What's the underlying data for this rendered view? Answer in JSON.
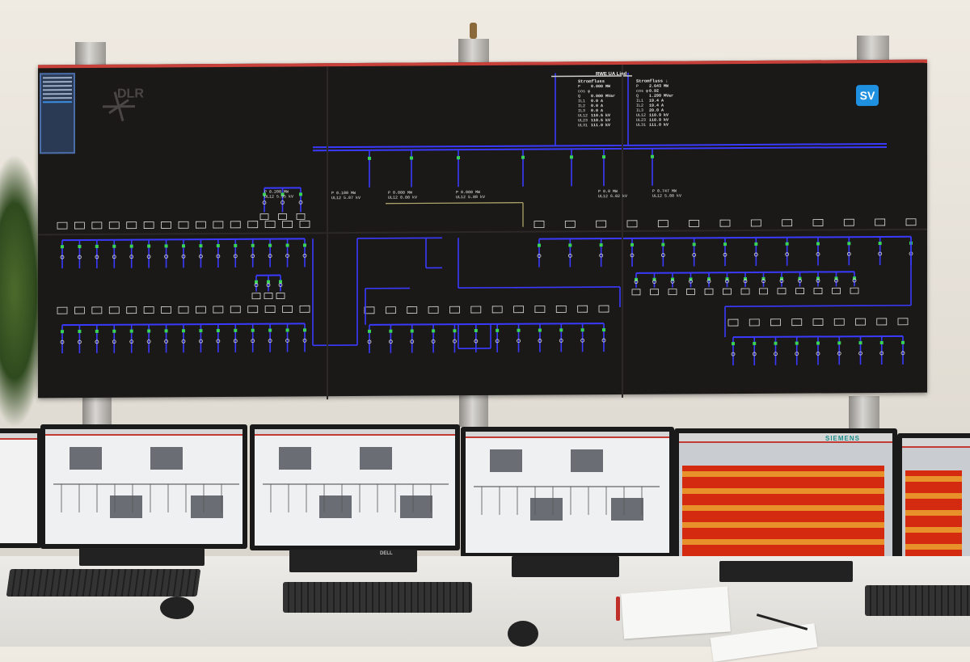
{
  "wall_display": {
    "logo_left": "DLR",
    "logo_right": "SV",
    "station_title": "RWE UA Lind",
    "stromfluss": [
      {
        "title": "Stromfluss",
        "rows": [
          {
            "label": "P",
            "value": "0.000 MW"
          },
          {
            "label": "cos φ",
            "value": ""
          },
          {
            "label": "Q",
            "value": "0.000 MVar"
          },
          {
            "label": "IL1",
            "value": "0.0 A"
          },
          {
            "label": "IL2",
            "value": "0.0 A"
          },
          {
            "label": "IL3",
            "value": "0.0 A"
          },
          {
            "label": "UL12",
            "value": "110.5 kV"
          },
          {
            "label": "UL23",
            "value": "110.5 kV"
          },
          {
            "label": "UL31",
            "value": "111.0 kV"
          }
        ]
      },
      {
        "title": "Stromfluss ↓",
        "rows": [
          {
            "label": "P",
            "value": "2.643 MW"
          },
          {
            "label": "cos φ",
            "value": "0.92"
          },
          {
            "label": "Q",
            "value": "1.299 MVar"
          },
          {
            "label": "IL1",
            "value": "19.4 A"
          },
          {
            "label": "IL2",
            "value": "19.4 A"
          },
          {
            "label": "IL3",
            "value": "20.0 A"
          },
          {
            "label": "UL12",
            "value": "110.9 kV"
          },
          {
            "label": "UL23",
            "value": "110.9 kV"
          },
          {
            "label": "UL31",
            "value": "111.0 kV"
          }
        ]
      }
    ],
    "measurements": [
      {
        "p": "P  0.200 MW",
        "u": "UL12  5.95 kV"
      },
      {
        "p": "P  0.100 MW",
        "u": "UL12  5.87 kV"
      },
      {
        "p": "P  0.000 MW",
        "u": "UL12  0.00 kV"
      },
      {
        "p": "P  0.000 MW",
        "u": "UL12  5.88 kV"
      },
      {
        "p": "P  0.0 MW",
        "u": "UL12  6.02 kV"
      },
      {
        "p": "P  0.747 MW",
        "u": "UL12  5.88 kV"
      }
    ],
    "colors": {
      "bus": "#3a3aff",
      "breaker_closed": "#39d353",
      "header_bar": "#c8403a",
      "background": "#1b1918"
    }
  },
  "monitors": [
    {
      "type": "partial-desktop"
    },
    {
      "type": "single-line-diagram-light"
    },
    {
      "type": "single-line-diagram-light"
    },
    {
      "type": "single-line-diagram-light"
    },
    {
      "type": "alarm-list",
      "brand": "SIEMENS",
      "colors": {
        "alarm_red": "#d42a10",
        "alarm_orange": "#e8902a"
      }
    },
    {
      "type": "alarm-list"
    }
  ],
  "brand_monitor": "DELL"
}
